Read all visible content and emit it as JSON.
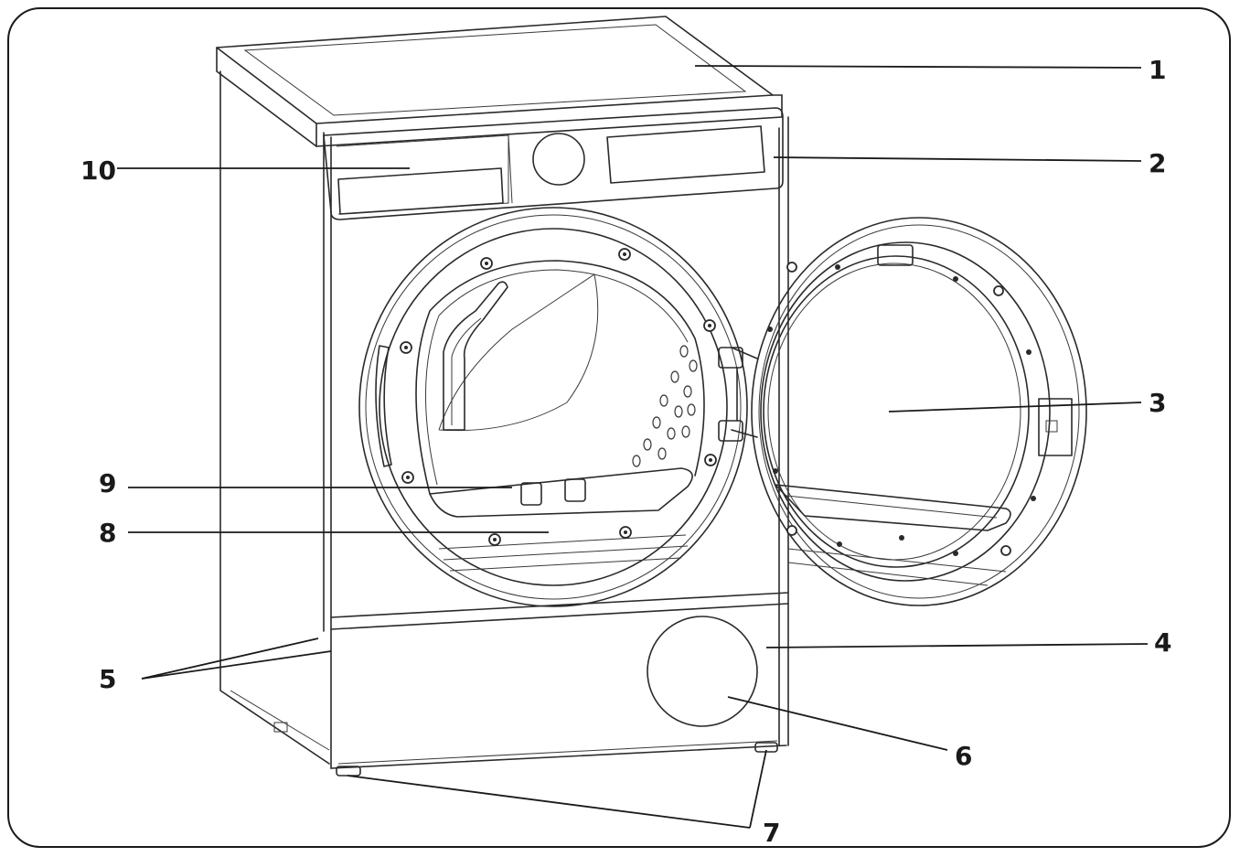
{
  "diagram": {
    "callouts": [
      {
        "id": "1",
        "label": "1"
      },
      {
        "id": "2",
        "label": "2"
      },
      {
        "id": "3",
        "label": "3"
      },
      {
        "id": "4",
        "label": "4"
      },
      {
        "id": "5",
        "label": "5"
      },
      {
        "id": "6",
        "label": "6"
      },
      {
        "id": "7",
        "label": "7"
      },
      {
        "id": "8",
        "label": "8"
      },
      {
        "id": "9",
        "label": "9"
      },
      {
        "id": "10",
        "label": "10"
      }
    ]
  },
  "colors": {
    "line": "#2a2a2a",
    "background": "#ffffff"
  }
}
